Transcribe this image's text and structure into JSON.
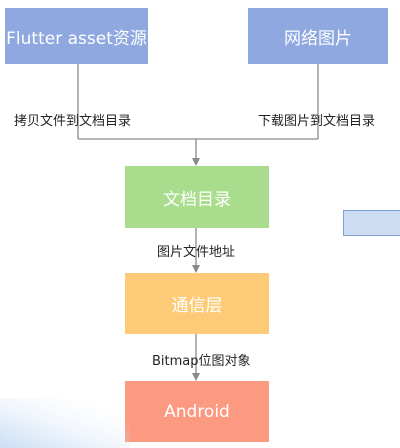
{
  "nodes": {
    "flutter_asset": {
      "label": "Flutter asset资源",
      "color": "#8fa9e0"
    },
    "network_image": {
      "label": "网络图片",
      "color": "#8fa9e0"
    },
    "documents_dir": {
      "label": "文档目录",
      "color": "#a9dc8c"
    },
    "comm_layer": {
      "label": "通信层",
      "color": "#fdcb78"
    },
    "android": {
      "label": "Android",
      "color": "#fb9a80"
    }
  },
  "edges": {
    "copy_files": "拷贝文件到文档目录",
    "download_images": "下载图片到文档目录",
    "image_file_address": "图片文件地址",
    "bitmap_object": "Bitmap位图对象"
  },
  "colors": {
    "connector": "#8a8a8a",
    "side_box_fill": "#ccdcf3",
    "side_box_border": "#7f9fd0"
  }
}
